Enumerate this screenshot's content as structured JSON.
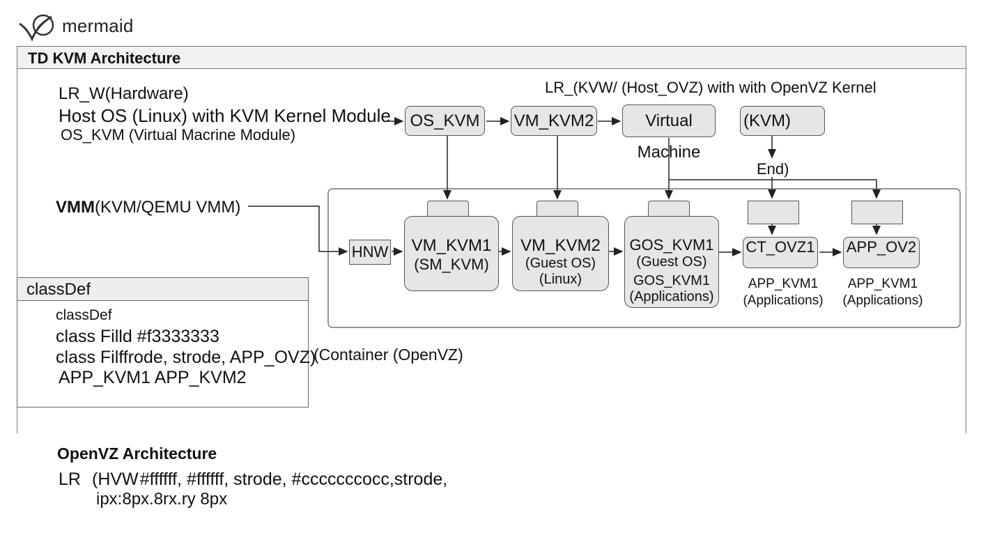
{
  "logo": {
    "text": "mermaid"
  },
  "frame": {
    "title": "TD KVM Architecture"
  },
  "left_text": {
    "line1": "LR_W(Hardware)",
    "line2": "Host OS (Linux) with KVM Kernel Module",
    "line3": "OS_KVM (Virtual Macrine Module)",
    "vmm_bold": "VMM",
    "vmm_rest": "(KVM/QEMU VMM)"
  },
  "top_caption": "LR_(KVW/  (Host_OVZ) with with OpenVZ Kernel",
  "top_nodes": {
    "os_kvm": "OS_KVM",
    "vm_kvm2": "VM_KVM2",
    "virtual_machine": "Virtual Machine",
    "kvm": "(KVM)",
    "end": "End)"
  },
  "inner_nodes": {
    "hnw": "HNW",
    "vm_kvm1": [
      "VM_KVM1",
      "(SM_KVM)"
    ],
    "vm_kvm2": [
      "VM_KVM2",
      "(Guest OS)",
      "(Linux)"
    ],
    "gos_kvm1": [
      "GOS_KVM1",
      "(Guest OS)",
      "GOS_KVM1",
      "(Applications)"
    ],
    "ct_ovz1": "CT_OVZ1",
    "app_ov2": "APP_OV2",
    "ct_caption": [
      "APP_KVM1",
      "(Applications)"
    ],
    "app_caption": [
      "APP_KVM1",
      "(Applications)"
    ]
  },
  "classdef": {
    "header": "classDef",
    "line1": "classDef",
    "line2": "class Filld #f3333333",
    "line3": "class Filffrode, strode, APP_OVZ)",
    "line4": "APP_KVM1 APP_KVM2",
    "side": "(Container (OpenVZ)"
  },
  "openvz": {
    "title": "OpenVZ Architecture",
    "line1_a": "LR",
    "line1_b": "(HVW #ffffff, #ffffff, strode, #cccccccocc,strode,",
    "line2": "ipx:8px.8rx.ry 8px"
  },
  "colors": {
    "node_fill": "#e6e6e6",
    "node_stroke": "#555555",
    "line": "#222222"
  },
  "icons": {
    "logo": "mermaid-logo-icon"
  }
}
